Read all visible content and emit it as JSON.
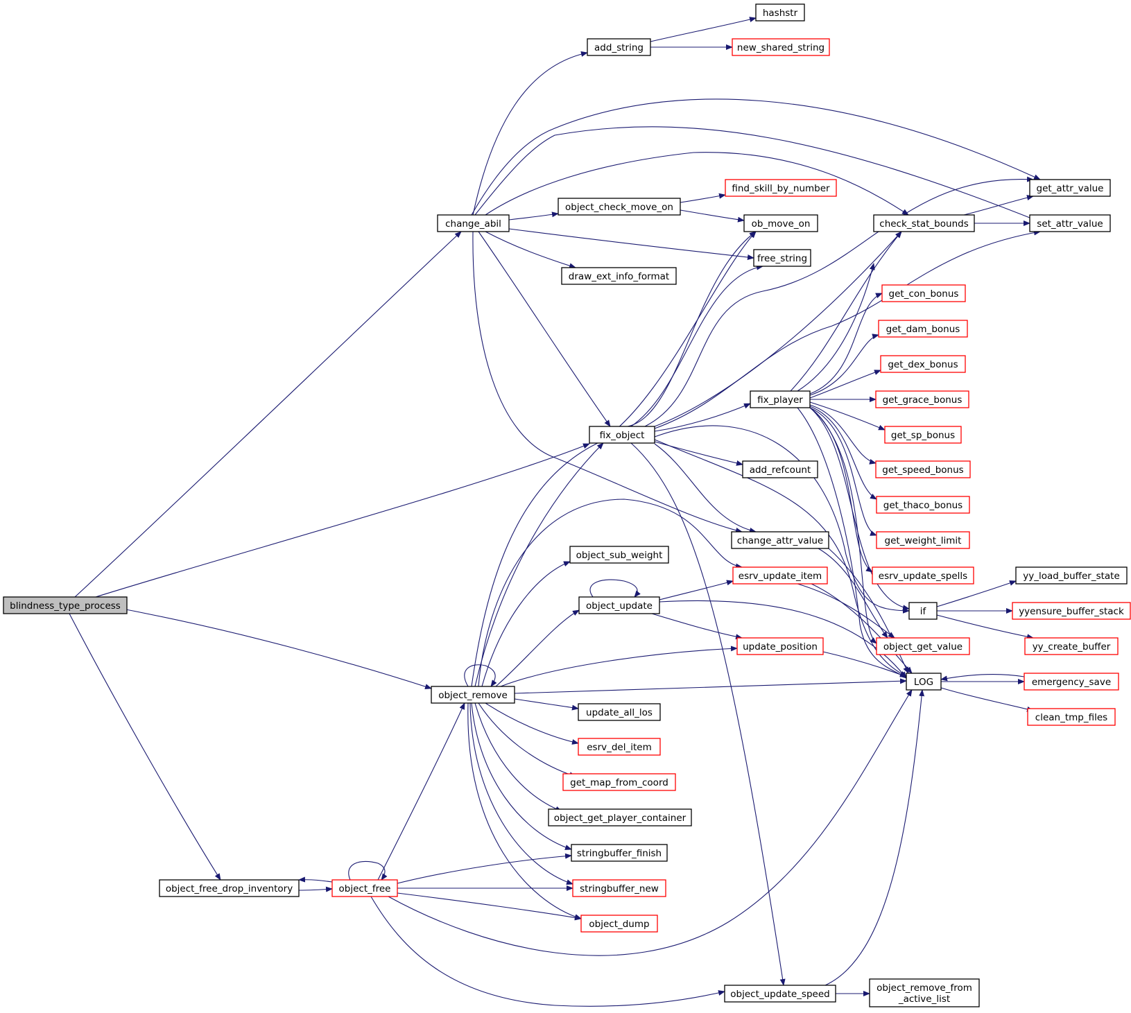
{
  "graph": {
    "colors": {
      "edge": "#191970",
      "border_normal": "#000000",
      "border_truncated": "#ff0000",
      "fill_root": "#bfbfbf",
      "fill_normal": "#ffffff",
      "text": "#000000"
    },
    "nodes": [
      {
        "id": "blindness_type_process",
        "label": "blindness_type_process",
        "root": true,
        "truncated": false
      },
      {
        "id": "change_abil",
        "label": "change_abil",
        "truncated": false
      },
      {
        "id": "fix_object",
        "label": "fix_object",
        "truncated": false
      },
      {
        "id": "object_remove",
        "label": "object_remove",
        "truncated": false
      },
      {
        "id": "object_free_drop_inventory",
        "label": "object_free_drop_inventory",
        "truncated": false
      },
      {
        "id": "object_free",
        "label": "object_free",
        "truncated": true
      },
      {
        "id": "add_string",
        "label": "add_string",
        "truncated": false
      },
      {
        "id": "hashstr",
        "label": "hashstr",
        "truncated": false
      },
      {
        "id": "new_shared_string",
        "label": "new_shared_string",
        "truncated": true
      },
      {
        "id": "object_check_move_on",
        "label": "object_check_move_on",
        "truncated": false
      },
      {
        "id": "find_skill_by_number",
        "label": "find_skill_by_number",
        "truncated": true
      },
      {
        "id": "ob_move_on",
        "label": "ob_move_on",
        "truncated": false
      },
      {
        "id": "free_string",
        "label": "free_string",
        "truncated": false
      },
      {
        "id": "draw_ext_info_format",
        "label": "draw_ext_info_format",
        "truncated": false
      },
      {
        "id": "get_attr_value",
        "label": "get_attr_value",
        "truncated": false
      },
      {
        "id": "set_attr_value",
        "label": "set_attr_value",
        "truncated": false
      },
      {
        "id": "check_stat_bounds",
        "label": "check_stat_bounds",
        "truncated": false
      },
      {
        "id": "fix_player",
        "label": "fix_player",
        "truncated": false
      },
      {
        "id": "add_refcount",
        "label": "add_refcount",
        "truncated": false
      },
      {
        "id": "change_attr_value",
        "label": "change_attr_value",
        "truncated": false
      },
      {
        "id": "get_con_bonus",
        "label": "get_con_bonus",
        "truncated": true
      },
      {
        "id": "get_dam_bonus",
        "label": "get_dam_bonus",
        "truncated": true
      },
      {
        "id": "get_dex_bonus",
        "label": "get_dex_bonus",
        "truncated": true
      },
      {
        "id": "get_grace_bonus",
        "label": "get_grace_bonus",
        "truncated": true
      },
      {
        "id": "get_sp_bonus",
        "label": "get_sp_bonus",
        "truncated": true
      },
      {
        "id": "get_speed_bonus",
        "label": "get_speed_bonus",
        "truncated": true
      },
      {
        "id": "get_thaco_bonus",
        "label": "get_thaco_bonus",
        "truncated": true
      },
      {
        "id": "get_weight_limit",
        "label": "get_weight_limit",
        "truncated": true
      },
      {
        "id": "esrv_update_spells",
        "label": "esrv_update_spells",
        "truncated": true
      },
      {
        "id": "if",
        "label": "if",
        "truncated": false
      },
      {
        "id": "yy_load_buffer_state",
        "label": "yy_load_buffer_state",
        "truncated": false
      },
      {
        "id": "yyensure_buffer_stack",
        "label": "yyensure_buffer_stack",
        "truncated": true
      },
      {
        "id": "yy_create_buffer",
        "label": "yy_create_buffer",
        "truncated": true
      },
      {
        "id": "object_get_value",
        "label": "object_get_value",
        "truncated": true
      },
      {
        "id": "LOG",
        "label": "LOG",
        "truncated": false
      },
      {
        "id": "emergency_save",
        "label": "emergency_save",
        "truncated": true
      },
      {
        "id": "clean_tmp_files",
        "label": "clean_tmp_files",
        "truncated": true
      },
      {
        "id": "object_sub_weight",
        "label": "object_sub_weight",
        "truncated": false
      },
      {
        "id": "esrv_update_item",
        "label": "esrv_update_item",
        "truncated": true
      },
      {
        "id": "object_update",
        "label": "object_update",
        "truncated": false
      },
      {
        "id": "update_position",
        "label": "update_position",
        "truncated": true
      },
      {
        "id": "update_all_los",
        "label": "update_all_los",
        "truncated": false
      },
      {
        "id": "esrv_del_item",
        "label": "esrv_del_item",
        "truncated": true
      },
      {
        "id": "get_map_from_coord",
        "label": "get_map_from_coord",
        "truncated": true
      },
      {
        "id": "object_get_player_container",
        "label": "object_get_player_container",
        "truncated": false
      },
      {
        "id": "stringbuffer_finish",
        "label": "stringbuffer_finish",
        "truncated": false
      },
      {
        "id": "stringbuffer_new",
        "label": "stringbuffer_new",
        "truncated": true
      },
      {
        "id": "object_dump",
        "label": "object_dump",
        "truncated": true
      },
      {
        "id": "object_update_speed",
        "label": "object_update_speed",
        "truncated": false
      },
      {
        "id": "object_remove_from_active_list",
        "label": "object_remove_from\n_active_list",
        "truncated": false
      }
    ]
  }
}
